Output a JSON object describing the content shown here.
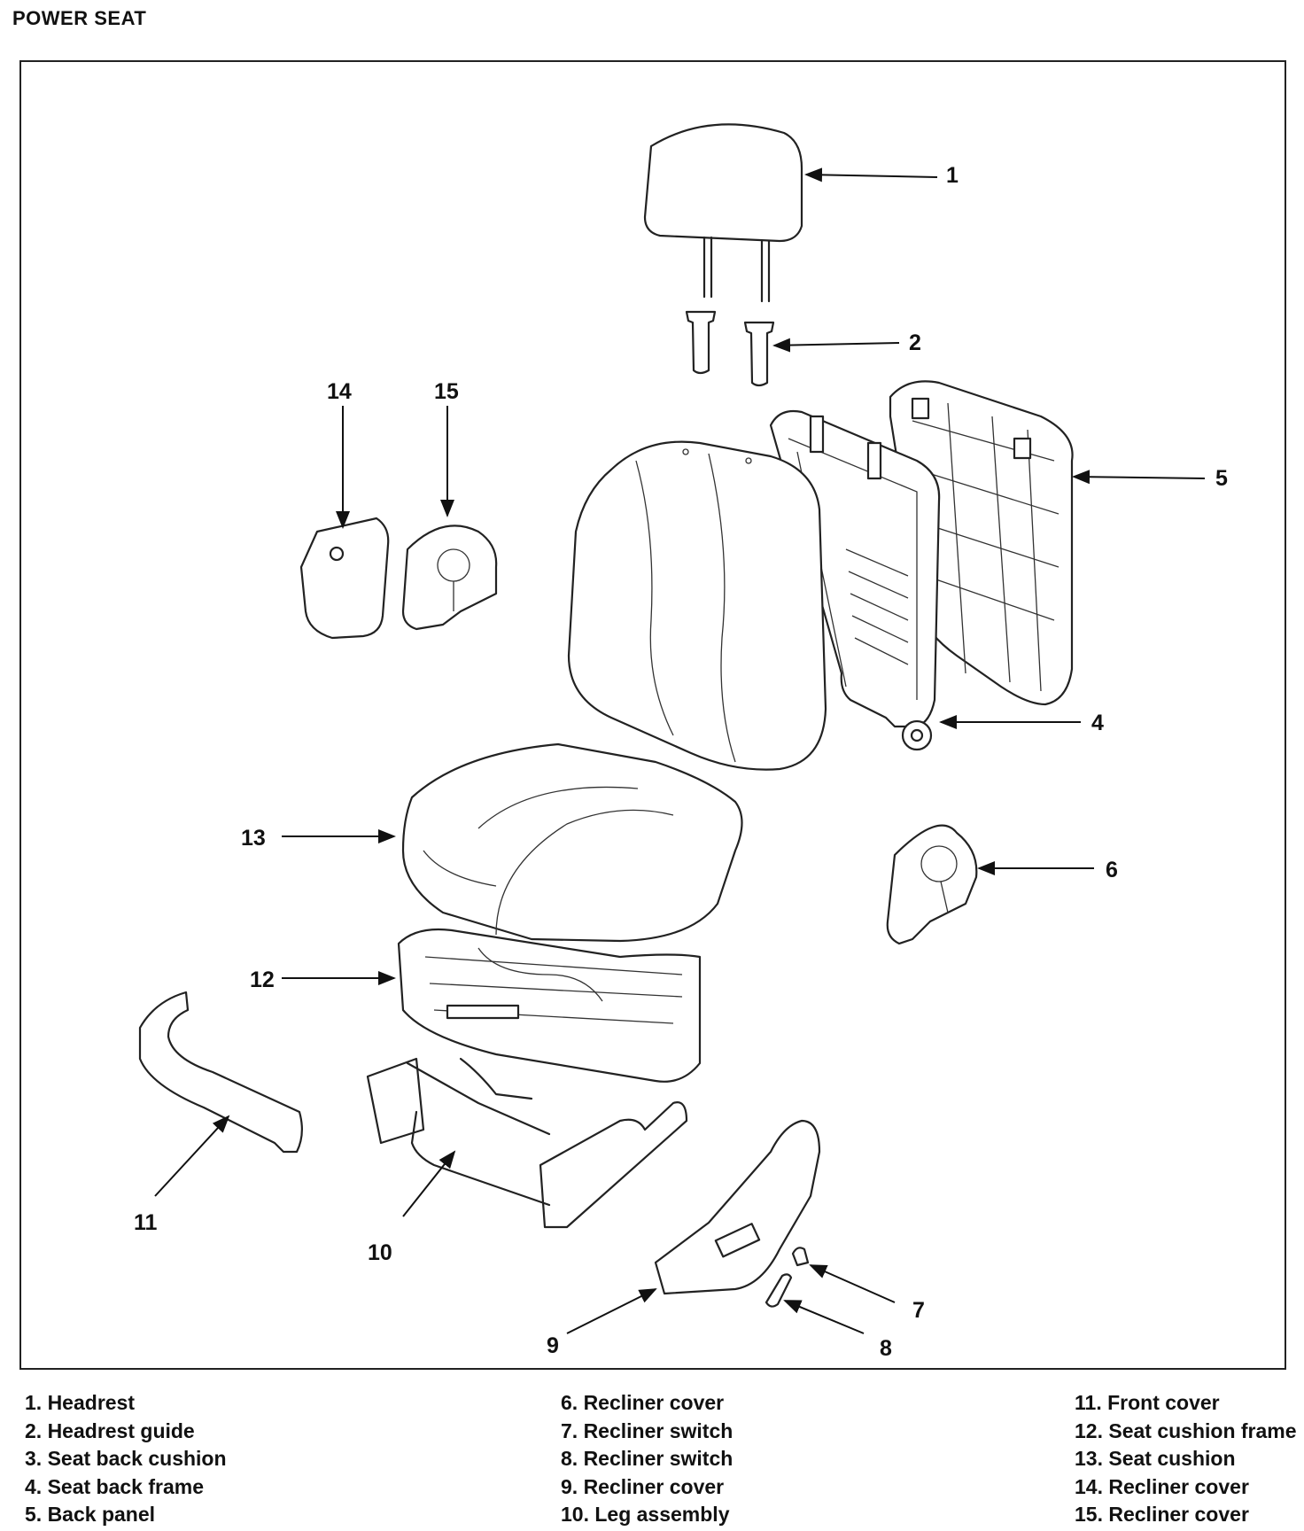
{
  "title": "POWER SEAT",
  "callouts": {
    "c1": "1",
    "c2": "2",
    "c4": "4",
    "c5": "5",
    "c6": "6",
    "c7": "7",
    "c8": "8",
    "c9": "9",
    "c10": "10",
    "c11": "11",
    "c12": "12",
    "c13": "13",
    "c14": "14",
    "c15": "15"
  },
  "legend": {
    "col1": [
      "1. Headrest",
      "2. Headrest guide",
      "3. Seat back cushion",
      "4. Seat back frame",
      "5. Back panel"
    ],
    "col2": [
      "6. Recliner cover",
      "7. Recliner switch",
      "8. Recliner switch",
      "9. Recliner cover",
      "10. Leg assembly"
    ],
    "col3": [
      "11. Front cover",
      "12. Seat cushion frame",
      "13. Seat cushion",
      "14. Recliner cover",
      "15. Recliner cover"
    ]
  }
}
